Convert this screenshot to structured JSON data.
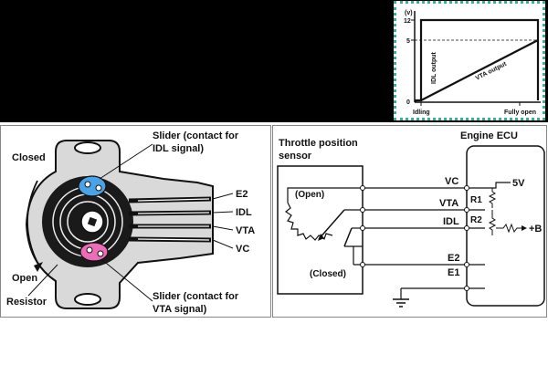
{
  "graph": {
    "y_unit": "(v)",
    "y_tick_12": "12",
    "y_tick_5": "5",
    "y_tick_0": "0",
    "idl_label": "IDL output",
    "vta_label": "VTA output",
    "x_left": "Idling",
    "x_right": "Fully open"
  },
  "sensor": {
    "closed": "Closed",
    "open": "Open",
    "resistor": "Resistor",
    "slider_idl_1": "Slider (contact for",
    "slider_idl_2": "IDL signal)",
    "slider_vta_1": "Slider (contact for",
    "slider_vta_2": "VTA signal)",
    "terminals": [
      "E2",
      "IDL",
      "VTA",
      "VC"
    ]
  },
  "circuit": {
    "tps_1": "Throttle position",
    "tps_2": "sensor",
    "ecu": "Engine ECU",
    "open": "(Open)",
    "closed": "(Closed)",
    "pins": [
      "VC",
      "VTA",
      "IDL",
      "E2",
      "E1"
    ],
    "r1": "R1",
    "r2": "R2",
    "v5": "5V",
    "plus_b": "+B"
  }
}
